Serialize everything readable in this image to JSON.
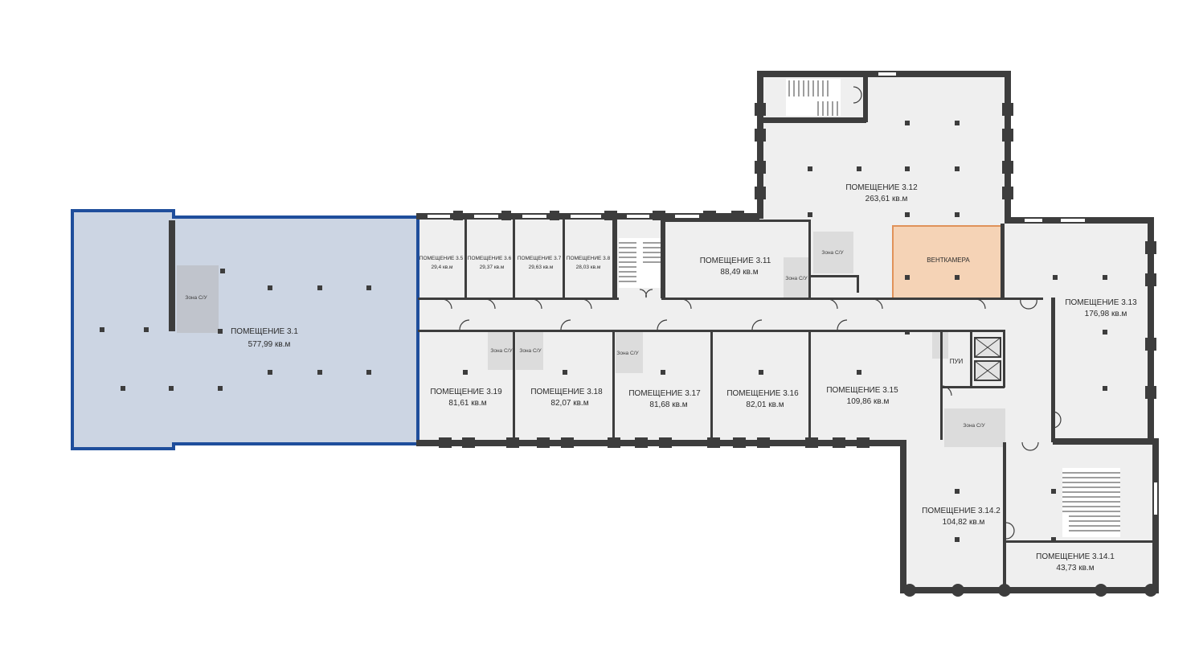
{
  "rooms": {
    "r3_1": {
      "name": "ПОМЕЩЕНИЕ 3.1",
      "area": "577,99 кв.м"
    },
    "r3_5": {
      "name": "ПОМЕЩЕНИЕ 3.5",
      "area": "29,4 кв.м"
    },
    "r3_6": {
      "name": "ПОМЕЩЕНИЕ 3.6",
      "area": "29,37 кв.м"
    },
    "r3_7": {
      "name": "ПОМЕЩЕНИЕ 3.7",
      "area": "29,63 кв.м"
    },
    "r3_8": {
      "name": "ПОМЕЩЕНИЕ 3.8",
      "area": "28,03 кв.м"
    },
    "r3_11": {
      "name": "ПОМЕЩЕНИЕ 3.11",
      "area": "88,49 кв.м"
    },
    "r3_12": {
      "name": "ПОМЕЩЕНИЕ 3.12",
      "area": "263,61 кв.м"
    },
    "r3_13": {
      "name": "ПОМЕЩЕНИЕ 3.13",
      "area": "176,98 кв.м"
    },
    "r3_14_1": {
      "name": "ПОМЕЩЕНИЕ 3.14.1",
      "area": "43,73 кв.м"
    },
    "r3_14_2": {
      "name": "ПОМЕЩЕНИЕ 3.14.2",
      "area": "104,82 кв.м"
    },
    "r3_15": {
      "name": "ПОМЕЩЕНИЕ 3.15",
      "area": "109,86 кв.м"
    },
    "r3_16": {
      "name": "ПОМЕЩЕНИЕ 3.16",
      "area": "82,01 кв.м"
    },
    "r3_17": {
      "name": "ПОМЕЩЕНИЕ 3.17",
      "area": "81,68 кв.м"
    },
    "r3_18": {
      "name": "ПОМЕЩЕНИЕ 3.18",
      "area": "82,07 кв.м"
    },
    "r3_19": {
      "name": "ПОМЕЩЕНИЕ 3.19",
      "area": "81,61 кв.м"
    }
  },
  "labels": {
    "ventchamber": "ВЕНТКАМЕРА",
    "pui": "ПУИ",
    "wc_zone": "Зона С/У"
  },
  "colors": {
    "selected_fill": "#ccd5e3",
    "selected_stroke": "#1f4e9c",
    "ventchamber_fill": "#f5d3b6",
    "ventchamber_stroke": "#e0925a",
    "wall": "#3d3d3d",
    "room": "#efefef"
  }
}
